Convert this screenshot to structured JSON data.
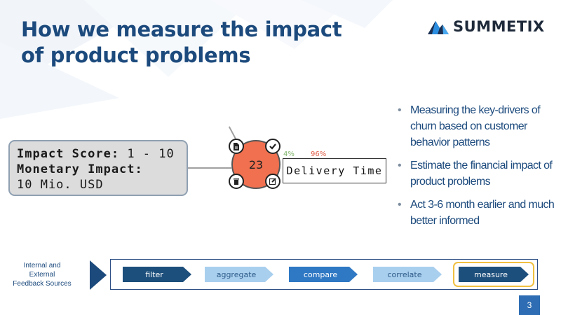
{
  "slide": {
    "title_line1": "How we measure the impact",
    "title_line2": "of product problems",
    "page_number": "3",
    "colors": {
      "title": "#1c4a7d",
      "node": "#f0704f",
      "accent_blue": "#2e6db3",
      "highlight_ring": "#f0c040"
    }
  },
  "logo": {
    "text": "SUMMETIX",
    "icon": "mountain-logo-icon"
  },
  "impact_box": {
    "score_label": "Impact Score:",
    "score_value": "1 - 10",
    "monetary_label": "Monetary Impact:",
    "monetary_value": "10 Mio. USD"
  },
  "node": {
    "value": "23",
    "icons": [
      "document-icon",
      "check-icon",
      "trash-icon",
      "edit-icon"
    ],
    "percent_positive": "4%",
    "percent_negative": "96%",
    "label": "Delivery Time"
  },
  "bullets": [
    "Measuring the key-drivers of churn based on customer behavior patterns",
    "Estimate the financial impact of product problems",
    "Act 3-6 month earlier and much better informed"
  ],
  "pipeline": {
    "sources_label_line1": "Internal and",
    "sources_label_line2": "External",
    "sources_label_line3": "Feedback Sources",
    "steps": [
      {
        "label": "filter",
        "fill": "#1d4f7c",
        "text_color": "#ffffff"
      },
      {
        "label": "aggregate",
        "fill": "#a9cfee",
        "text_color": "#2e5c8a"
      },
      {
        "label": "compare",
        "fill": "#2f78c4",
        "text_color": "#ffffff"
      },
      {
        "label": "correlate",
        "fill": "#a9cfee",
        "text_color": "#2e5c8a"
      },
      {
        "label": "measure",
        "fill": "#1d4f7c",
        "text_color": "#ffffff"
      }
    ]
  }
}
